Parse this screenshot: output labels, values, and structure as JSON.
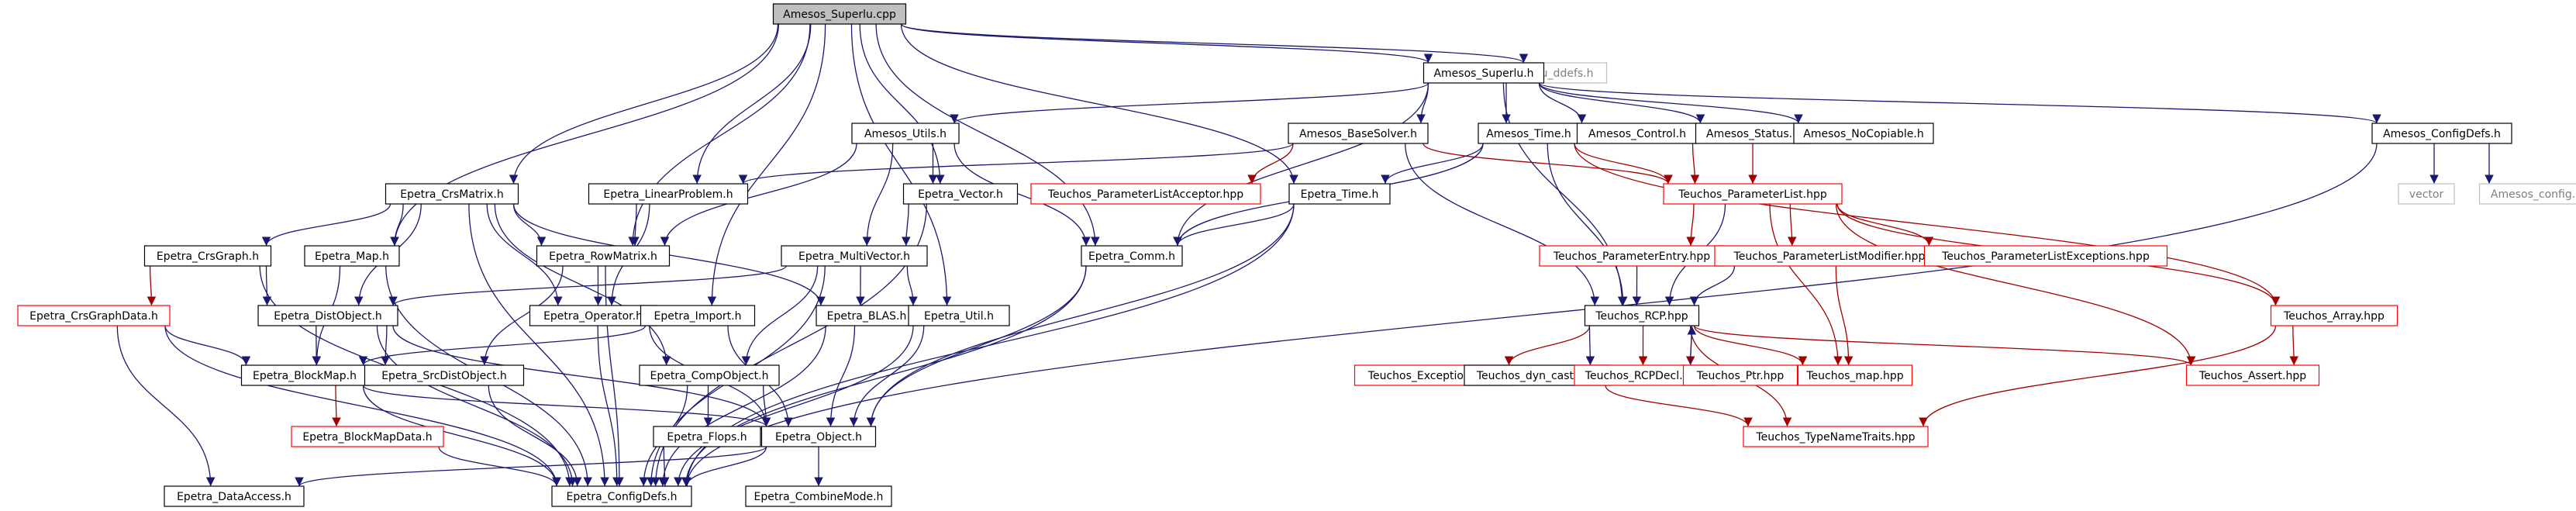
{
  "colors": {
    "default_border": "#000000",
    "external_border": "#ff0000",
    "system_border": "#bfbfbf",
    "root_fill": "#bfbfbf",
    "edge_color": "#191970",
    "edge_external": "#a00000",
    "text_default": "#000000",
    "text_system": "#7f7f7f"
  },
  "nodes": [
    {
      "id": "amesos_superlu_cpp",
      "label": "Amesos_Superlu.cpp",
      "kind": "root"
    },
    {
      "id": "slu_ddefs_h",
      "label": "slu_ddefs.h",
      "kind": "system"
    },
    {
      "id": "amesos_superlu_h",
      "label": "Amesos_Superlu.h",
      "kind": "default"
    },
    {
      "id": "amesos_utils_h",
      "label": "Amesos_Utils.h",
      "kind": "default"
    },
    {
      "id": "amesos_basesolver_h",
      "label": "Amesos_BaseSolver.h",
      "kind": "default"
    },
    {
      "id": "amesos_time_h",
      "label": "Amesos_Time.h",
      "kind": "default"
    },
    {
      "id": "amesos_control_h",
      "label": "Amesos_Control.h",
      "kind": "default"
    },
    {
      "id": "amesos_status_h",
      "label": "Amesos_Status.h",
      "kind": "default"
    },
    {
      "id": "amesos_nocopiable_h",
      "label": "Amesos_NoCopiable.h",
      "kind": "default"
    },
    {
      "id": "amesos_configdefs_h",
      "label": "Amesos_ConfigDefs.h",
      "kind": "default"
    },
    {
      "id": "vector",
      "label": "vector",
      "kind": "system"
    },
    {
      "id": "amesos_config_h",
      "label": "Amesos_config.h",
      "kind": "system"
    },
    {
      "id": "epetra_crsmatrix_h",
      "label": "Epetra_CrsMatrix.h",
      "kind": "default"
    },
    {
      "id": "epetra_linearproblem_h",
      "label": "Epetra_LinearProblem.h",
      "kind": "default"
    },
    {
      "id": "epetra_vector_h",
      "label": "Epetra_Vector.h",
      "kind": "default"
    },
    {
      "id": "teuchos_parameterlistacceptor_hpp",
      "label": "Teuchos_ParameterListAcceptor.hpp",
      "kind": "external"
    },
    {
      "id": "epetra_time_h",
      "label": "Epetra_Time.h",
      "kind": "default"
    },
    {
      "id": "teuchos_parameterlist_hpp",
      "label": "Teuchos_ParameterList.hpp",
      "kind": "external"
    },
    {
      "id": "epetra_crsgraph_h",
      "label": "Epetra_CrsGraph.h",
      "kind": "default"
    },
    {
      "id": "epetra_map_h",
      "label": "Epetra_Map.h",
      "kind": "default"
    },
    {
      "id": "epetra_rowmatrix_h",
      "label": "Epetra_RowMatrix.h",
      "kind": "default"
    },
    {
      "id": "epetra_multivector_h",
      "label": "Epetra_MultiVector.h",
      "kind": "default"
    },
    {
      "id": "epetra_comm_h",
      "label": "Epetra_Comm.h",
      "kind": "default"
    },
    {
      "id": "teuchos_parameterentry_hpp",
      "label": "Teuchos_ParameterEntry.hpp",
      "kind": "external"
    },
    {
      "id": "teuchos_parameterlistmodifier_hpp",
      "label": "Teuchos_ParameterListModifier.hpp",
      "kind": "external"
    },
    {
      "id": "teuchos_parameterlistexceptions_hpp",
      "label": "Teuchos_ParameterListExceptions.hpp",
      "kind": "external"
    },
    {
      "id": "epetra_crsgraphdata_h",
      "label": "Epetra_CrsGraphData.h",
      "kind": "external"
    },
    {
      "id": "epetra_distobject_h",
      "label": "Epetra_DistObject.h",
      "kind": "default"
    },
    {
      "id": "epetra_operator_h",
      "label": "Epetra_Operator.h",
      "kind": "default"
    },
    {
      "id": "epetra_import_h",
      "label": "Epetra_Import.h",
      "kind": "default"
    },
    {
      "id": "epetra_blas_h",
      "label": "Epetra_BLAS.h",
      "kind": "default"
    },
    {
      "id": "epetra_util_h",
      "label": "Epetra_Util.h",
      "kind": "default"
    },
    {
      "id": "teuchos_rcp_hpp",
      "label": "Teuchos_RCP.hpp",
      "kind": "default"
    },
    {
      "id": "teuchos_array_hpp",
      "label": "Teuchos_Array.hpp",
      "kind": "external"
    },
    {
      "id": "epetra_blockmap_h",
      "label": "Epetra_BlockMap.h",
      "kind": "default"
    },
    {
      "id": "epetra_srcdistobject_h",
      "label": "Epetra_SrcDistObject.h",
      "kind": "default"
    },
    {
      "id": "epetra_compobject_h",
      "label": "Epetra_CompObject.h",
      "kind": "default"
    },
    {
      "id": "teuchos_exceptions_hpp",
      "label": "Teuchos_Exceptions.hpp",
      "kind": "external"
    },
    {
      "id": "teuchos_dyn_cast_hpp",
      "label": "Teuchos_dyn_cast.hpp",
      "kind": "default"
    },
    {
      "id": "teuchos_rcpdecl_hpp",
      "label": "Teuchos_RCPDecl.hpp",
      "kind": "external"
    },
    {
      "id": "teuchos_ptr_hpp",
      "label": "Teuchos_Ptr.hpp",
      "kind": "external"
    },
    {
      "id": "teuchos_map_hpp",
      "label": "Teuchos_map.hpp",
      "kind": "external"
    },
    {
      "id": "teuchos_assert_hpp",
      "label": "Teuchos_Assert.hpp",
      "kind": "external"
    },
    {
      "id": "epetra_blockmapdata_h",
      "label": "Epetra_BlockMapData.h",
      "kind": "external"
    },
    {
      "id": "epetra_flops_h",
      "label": "Epetra_Flops.h",
      "kind": "default"
    },
    {
      "id": "epetra_object_h",
      "label": "Epetra_Object.h",
      "kind": "default"
    },
    {
      "id": "teuchos_typenametraits_hpp",
      "label": "Teuchos_TypeNameTraits.hpp",
      "kind": "external"
    },
    {
      "id": "epetra_dataaccess_h",
      "label": "Epetra_DataAccess.h",
      "kind": "default"
    },
    {
      "id": "epetra_configdefs_h",
      "label": "Epetra_ConfigDefs.h",
      "kind": "default"
    },
    {
      "id": "epetra_combinemode_h",
      "label": "Epetra_CombineMode.h",
      "kind": "default"
    }
  ],
  "edges": [
    [
      "amesos_superlu_cpp",
      "amesos_superlu_h"
    ],
    [
      "amesos_superlu_cpp",
      "slu_ddefs_h"
    ],
    [
      "amesos_superlu_cpp",
      "epetra_map_h"
    ],
    [
      "amesos_superlu_cpp",
      "epetra_crsmatrix_h"
    ],
    [
      "amesos_superlu_cpp",
      "epetra_rowmatrix_h"
    ],
    [
      "amesos_superlu_cpp",
      "epetra_linearproblem_h"
    ],
    [
      "amesos_superlu_cpp",
      "epetra_import_h"
    ],
    [
      "amesos_superlu_cpp",
      "epetra_util_h"
    ],
    [
      "amesos_superlu_cpp",
      "epetra_vector_h"
    ],
    [
      "amesos_superlu_cpp",
      "epetra_comm_h"
    ],
    [
      "amesos_superlu_cpp",
      "epetra_time_h"
    ],
    [
      "amesos_superlu_h",
      "amesos_utils_h"
    ],
    [
      "amesos_superlu_h",
      "amesos_basesolver_h"
    ],
    [
      "amesos_superlu_h",
      "amesos_time_h"
    ],
    [
      "amesos_superlu_h",
      "amesos_control_h"
    ],
    [
      "amesos_superlu_h",
      "amesos_status_h"
    ],
    [
      "amesos_superlu_h",
      "amesos_nocopiable_h"
    ],
    [
      "amesos_superlu_h",
      "amesos_configdefs_h"
    ],
    [
      "amesos_superlu_h",
      "teuchos_rcp_hpp"
    ],
    [
      "amesos_superlu_h",
      "epetra_comm_h"
    ],
    [
      "amesos_configdefs_h",
      "vector"
    ],
    [
      "amesos_configdefs_h",
      "amesos_config_h"
    ],
    [
      "amesos_configdefs_h",
      "epetra_configdefs_h"
    ],
    [
      "amesos_utils_h",
      "epetra_rowmatrix_h"
    ],
    [
      "amesos_utils_h",
      "epetra_vector_h"
    ],
    [
      "amesos_utils_h",
      "epetra_comm_h"
    ],
    [
      "amesos_utils_h",
      "epetra_multivector_h"
    ],
    [
      "amesos_basesolver_h",
      "teuchos_parameterlistacceptor_hpp"
    ],
    [
      "amesos_basesolver_h",
      "epetra_linearproblem_h"
    ],
    [
      "amesos_basesolver_h",
      "teuchos_parameterlist_hpp"
    ],
    [
      "amesos_basesolver_h",
      "teuchos_rcp_hpp"
    ],
    [
      "amesos_time_h",
      "epetra_time_h"
    ],
    [
      "amesos_time_h",
      "epetra_comm_h"
    ],
    [
      "amesos_time_h",
      "teuchos_parameterlist_hpp"
    ],
    [
      "amesos_time_h",
      "teuchos_rcp_hpp"
    ],
    [
      "amesos_time_h",
      "teuchos_array_hpp"
    ],
    [
      "amesos_control_h",
      "teuchos_parameterlist_hpp"
    ],
    [
      "amesos_status_h",
      "teuchos_parameterlist_hpp"
    ],
    [
      "teuchos_parameterlist_hpp",
      "teuchos_parameterentry_hpp"
    ],
    [
      "teuchos_parameterlist_hpp",
      "teuchos_parameterlistmodifier_hpp"
    ],
    [
      "teuchos_parameterlist_hpp",
      "teuchos_parameterlistexceptions_hpp"
    ],
    [
      "teuchos_parameterlist_hpp",
      "teuchos_rcp_hpp"
    ],
    [
      "teuchos_parameterlist_hpp",
      "teuchos_array_hpp"
    ],
    [
      "teuchos_parameterlist_hpp",
      "teuchos_map_hpp"
    ],
    [
      "teuchos_parameterlist_hpp",
      "teuchos_assert_hpp"
    ],
    [
      "teuchos_parameterentry_hpp",
      "teuchos_rcp_hpp"
    ],
    [
      "teuchos_parameterlistmodifier_hpp",
      "teuchos_rcp_hpp"
    ],
    [
      "teuchos_parameterlistmodifier_hpp",
      "teuchos_map_hpp"
    ],
    [
      "teuchos_rcp_hpp",
      "teuchos_exceptions_hpp"
    ],
    [
      "teuchos_rcp_hpp",
      "teuchos_dyn_cast_hpp"
    ],
    [
      "teuchos_rcp_hpp",
      "teuchos_rcpdecl_hpp"
    ],
    [
      "teuchos_rcp_hpp",
      "teuchos_ptr_hpp"
    ],
    [
      "teuchos_rcp_hpp",
      "teuchos_map_hpp"
    ],
    [
      "teuchos_rcp_hpp",
      "teuchos_assert_hpp"
    ],
    [
      "teuchos_rcp_hpp",
      "teuchos_typenametraits_hpp"
    ],
    [
      "teuchos_ptr_hpp",
      "teuchos_rcp_hpp"
    ],
    [
      "teuchos_dyn_cast_hpp",
      "teuchos_typenametraits_hpp"
    ],
    [
      "teuchos_array_hpp",
      "teuchos_assert_hpp"
    ],
    [
      "teuchos_array_hpp",
      "teuchos_typenametraits_hpp"
    ],
    [
      "epetra_crsmatrix_h",
      "epetra_crsgraph_h"
    ],
    [
      "epetra_crsmatrix_h",
      "epetra_map_h"
    ],
    [
      "epetra_crsmatrix_h",
      "epetra_rowmatrix_h"
    ],
    [
      "epetra_crsmatrix_h",
      "epetra_distobject_h"
    ],
    [
      "epetra_crsmatrix_h",
      "epetra_operator_h"
    ],
    [
      "epetra_crsmatrix_h",
      "epetra_blas_h"
    ],
    [
      "epetra_crsmatrix_h",
      "epetra_compobject_h"
    ],
    [
      "epetra_crsmatrix_h",
      "epetra_configdefs_h"
    ],
    [
      "epetra_linearproblem_h",
      "epetra_rowmatrix_h"
    ],
    [
      "epetra_linearproblem_h",
      "epetra_operator_h"
    ],
    [
      "epetra_vector_h",
      "epetra_multivector_h"
    ],
    [
      "epetra_vector_h",
      "epetra_configdefs_h"
    ],
    [
      "epetra_time_h",
      "epetra_comm_h"
    ],
    [
      "epetra_time_h",
      "epetra_object_h"
    ],
    [
      "epetra_time_h",
      "epetra_configdefs_h"
    ],
    [
      "epetra_crsgraph_h",
      "epetra_crsgraphdata_h"
    ],
    [
      "epetra_crsgraph_h",
      "epetra_distobject_h"
    ],
    [
      "epetra_crsgraph_h",
      "epetra_configdefs_h"
    ],
    [
      "epetra_map_h",
      "epetra_blockmap_h"
    ],
    [
      "epetra_map_h",
      "epetra_configdefs_h"
    ],
    [
      "epetra_rowmatrix_h",
      "epetra_operator_h"
    ],
    [
      "epetra_rowmatrix_h",
      "epetra_srcdistobject_h"
    ],
    [
      "epetra_rowmatrix_h",
      "epetra_configdefs_h"
    ],
    [
      "epetra_multivector_h",
      "epetra_distobject_h"
    ],
    [
      "epetra_multivector_h",
      "epetra_compobject_h"
    ],
    [
      "epetra_multivector_h",
      "epetra_blas_h"
    ],
    [
      "epetra_multivector_h",
      "epetra_util_h"
    ],
    [
      "epetra_multivector_h",
      "epetra_configdefs_h"
    ],
    [
      "epetra_comm_h",
      "epetra_object_h"
    ],
    [
      "epetra_comm_h",
      "epetra_configdefs_h"
    ],
    [
      "epetra_crsgraphdata_h",
      "epetra_blockmap_h"
    ],
    [
      "epetra_crsgraphdata_h",
      "epetra_dataaccess_h"
    ],
    [
      "epetra_crsgraphdata_h",
      "epetra_configdefs_h"
    ],
    [
      "epetra_distobject_h",
      "epetra_blockmap_h"
    ],
    [
      "epetra_distobject_h",
      "epetra_srcdistobject_h"
    ],
    [
      "epetra_distobject_h",
      "epetra_object_h"
    ],
    [
      "epetra_distobject_h",
      "epetra_configdefs_h"
    ],
    [
      "epetra_operator_h",
      "epetra_object_h"
    ],
    [
      "epetra_operator_h",
      "epetra_configdefs_h"
    ],
    [
      "epetra_import_h",
      "epetra_blockmap_h"
    ],
    [
      "epetra_import_h",
      "epetra_object_h"
    ],
    [
      "epetra_blas_h",
      "epetra_object_h"
    ],
    [
      "epetra_blas_h",
      "epetra_configdefs_h"
    ],
    [
      "epetra_util_h",
      "epetra_object_h"
    ],
    [
      "epetra_util_h",
      "epetra_configdefs_h"
    ],
    [
      "epetra_blockmap_h",
      "epetra_blockmapdata_h"
    ],
    [
      "epetra_blockmap_h",
      "epetra_object_h"
    ],
    [
      "epetra_blockmap_h",
      "epetra_configdefs_h"
    ],
    [
      "epetra_srcdistobject_h",
      "epetra_configdefs_h"
    ],
    [
      "epetra_compobject_h",
      "epetra_flops_h"
    ],
    [
      "epetra_compobject_h",
      "epetra_object_h"
    ],
    [
      "epetra_compobject_h",
      "epetra_configdefs_h"
    ],
    [
      "epetra_blockmapdata_h",
      "epetra_configdefs_h"
    ],
    [
      "epetra_flops_h",
      "epetra_configdefs_h"
    ],
    [
      "epetra_object_h",
      "epetra_combinemode_h"
    ],
    [
      "epetra_object_h",
      "epetra_dataaccess_h"
    ],
    [
      "epetra_object_h",
      "epetra_configdefs_h"
    ]
  ]
}
